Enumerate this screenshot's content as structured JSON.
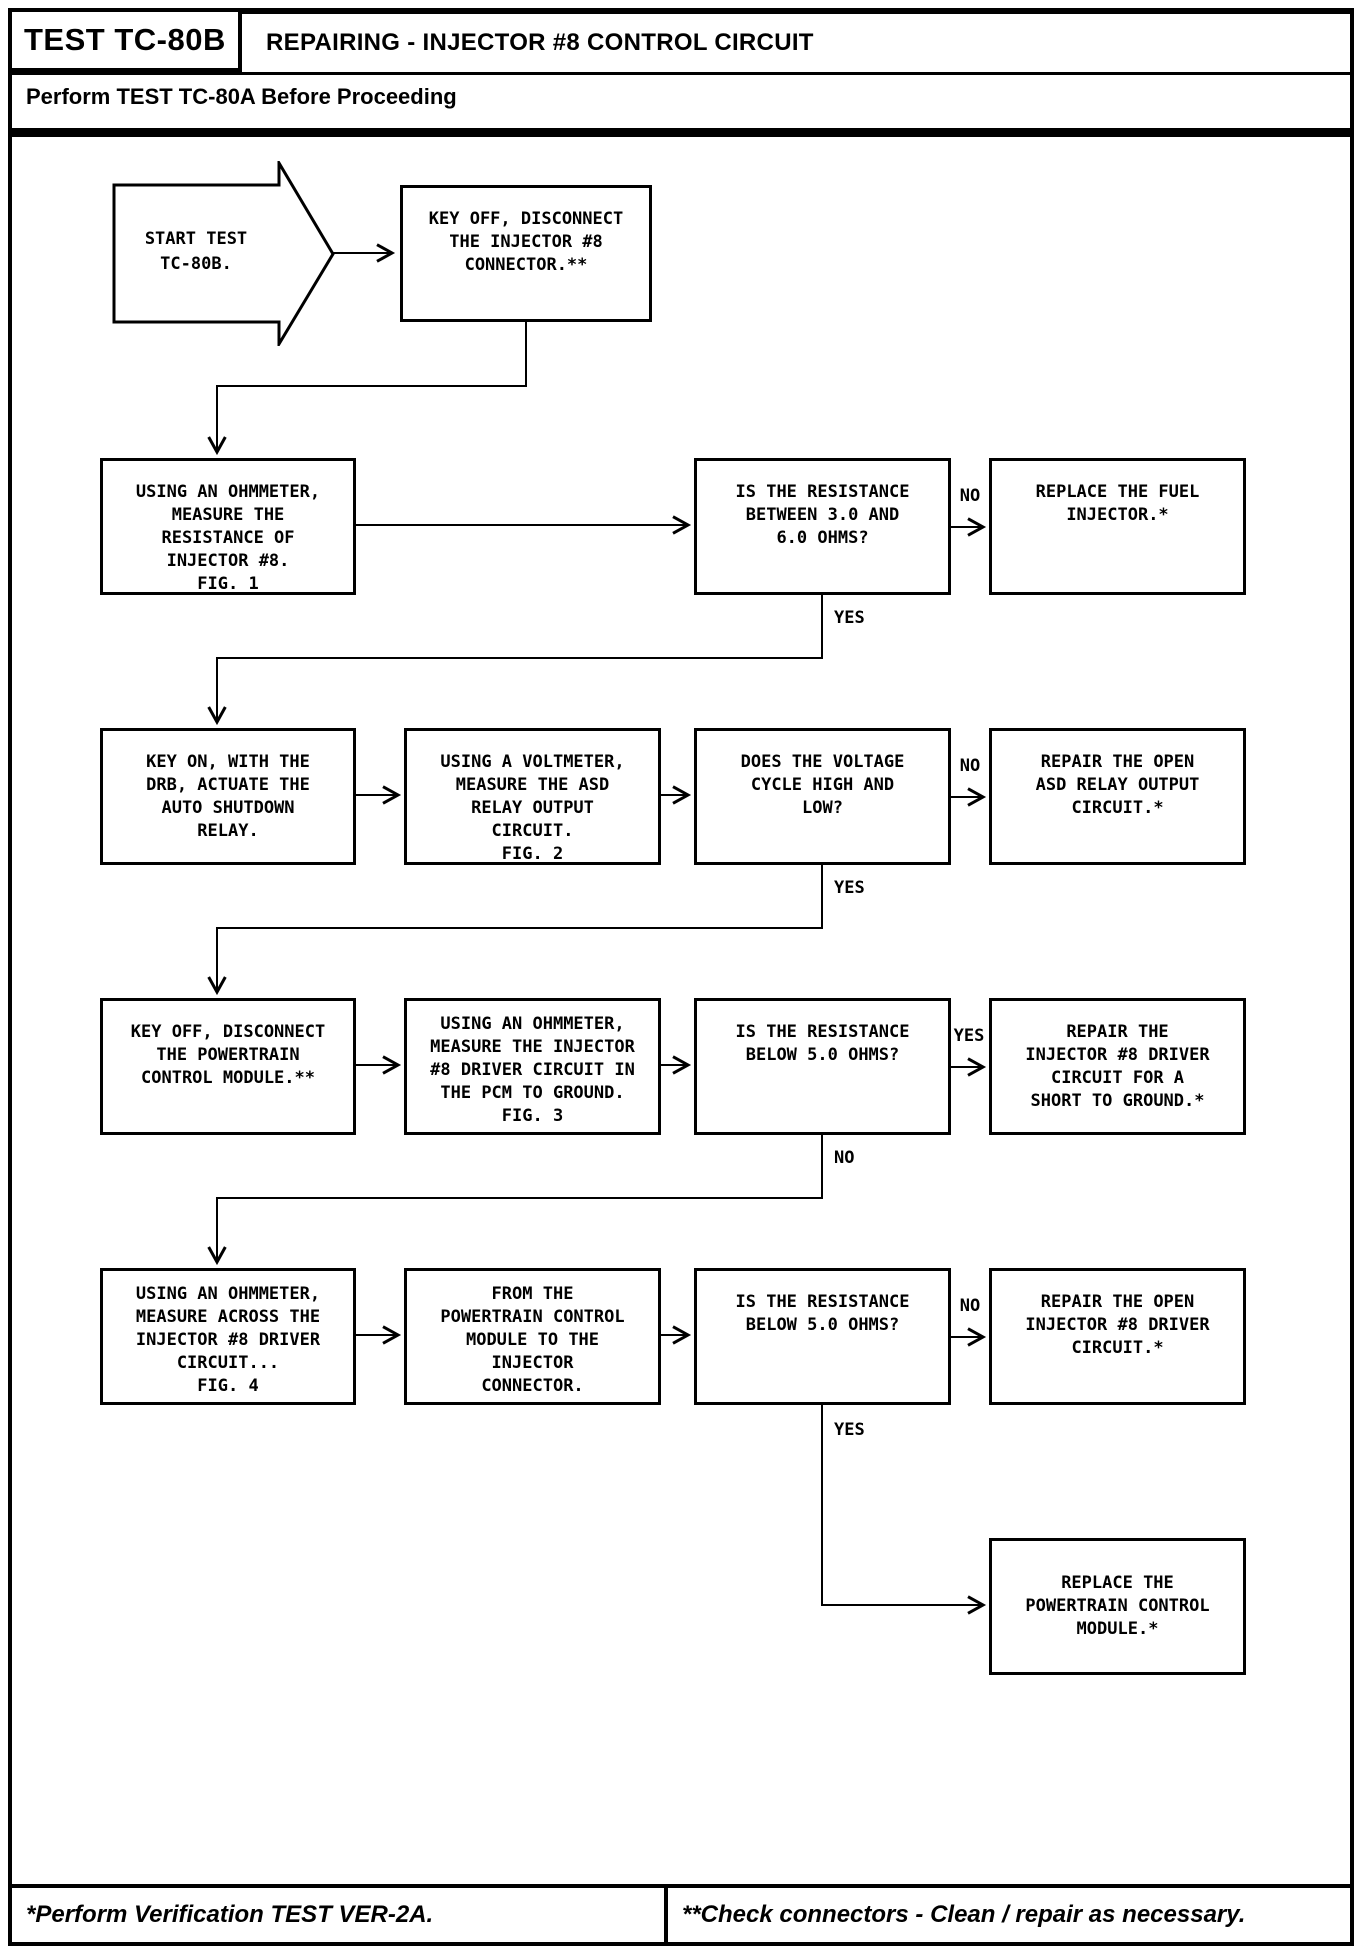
{
  "header": {
    "test_id": "TEST TC-80B",
    "title": "REPAIRING - INJECTOR #8 CONTROL CIRCUIT",
    "subtitle": "Perform TEST TC-80A Before Proceeding"
  },
  "flowchart": {
    "start_text": "START TEST\nTC-80B.",
    "nodes": {
      "key_off_injector": "KEY OFF, DISCONNECT\nTHE INJECTOR #8\nCONNECTOR.**",
      "measure_injector": "USING AN OHMMETER,\nMEASURE THE\nRESISTANCE OF\nINJECTOR #8.\nFIG. 1",
      "q_resistance_3_6": "IS THE RESISTANCE\nBETWEEN 3.0 AND\n6.0 OHMS?",
      "replace_fuel_injector": "REPLACE THE FUEL\nINJECTOR.*",
      "key_on_drb": "KEY ON, WITH THE\nDRB, ACTUATE THE\nAUTO SHUTDOWN\nRELAY.",
      "measure_asd": "USING A VOLTMETER,\nMEASURE THE ASD\nRELAY OUTPUT\nCIRCUIT.\nFIG. 2",
      "q_voltage_cycle": "DOES THE VOLTAGE\nCYCLE HIGH AND\nLOW?",
      "repair_asd": "REPAIR THE OPEN\nASD RELAY OUTPUT\nCIRCUIT.*",
      "key_off_pcm": "KEY OFF, DISCONNECT\nTHE POWERTRAIN\nCONTROL MODULE.**",
      "measure_driver_pcm": "USING AN OHMMETER,\nMEASURE THE INJECTOR\n#8 DRIVER CIRCUIT IN\nTHE PCM TO GROUND.\nFIG. 3",
      "q_below_5_short": "IS THE RESISTANCE\nBELOW 5.0 OHMS?",
      "repair_short": "REPAIR THE\nINJECTOR #8 DRIVER\nCIRCUIT FOR A\nSHORT TO GROUND.*",
      "measure_across": "USING AN OHMMETER,\nMEASURE ACROSS THE\nINJECTOR #8 DRIVER\nCIRCUIT...\nFIG. 4",
      "from_pcm": "FROM THE\nPOWERTRAIN CONTROL\nMODULE TO THE\nINJECTOR\nCONNECTOR.",
      "q_below_5_open": "IS THE RESISTANCE\nBELOW 5.0 OHMS?",
      "repair_open_driver": "REPAIR THE OPEN\nINJECTOR #8 DRIVER\nCIRCUIT.*",
      "replace_pcm": "REPLACE THE\nPOWERTRAIN CONTROL\nMODULE.*"
    },
    "labels": {
      "r2_no": "NO",
      "r2_yes": "YES",
      "r3_no": "NO",
      "r3_yes": "YES",
      "r4_yes": "YES",
      "r4_no": "NO",
      "r5_no": "NO",
      "r5_yes": "YES"
    },
    "ink_color": "#000000"
  },
  "footer": {
    "left_note": "*Perform Verification TEST VER-2A.",
    "right_note": "**Check connectors - Clean / repair as necessary."
  }
}
